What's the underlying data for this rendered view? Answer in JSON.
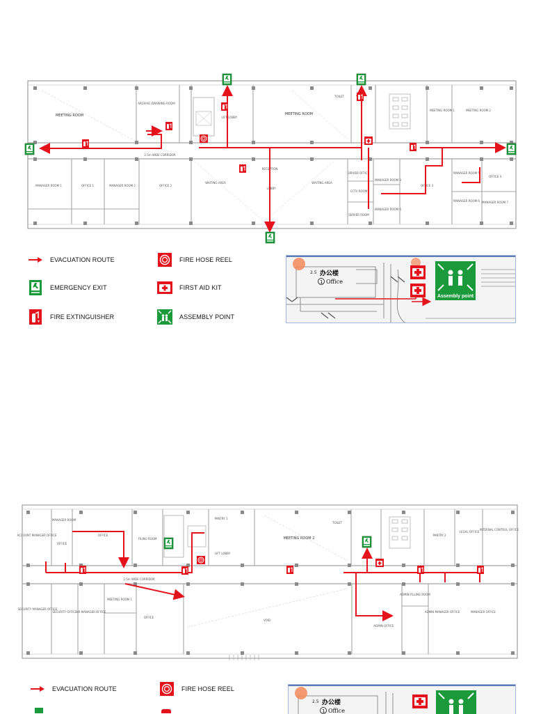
{
  "colors": {
    "route": "#e3121b",
    "exit": "#1a9a3a",
    "fire": "#e3121b",
    "wall": "#9a9a9a"
  },
  "legend": {
    "items": [
      {
        "label": "EVACUATION ROUTE",
        "icon": "arrow-icon"
      },
      {
        "label": "FIRE HOSE REEL",
        "icon": "hose-reel-icon"
      },
      {
        "label": "EMERGENCY EXIT",
        "icon": "exit-icon"
      },
      {
        "label": "FIRST AID KIT",
        "icon": "first-aid-icon"
      },
      {
        "label": "FIRE EXTINGUISHER",
        "icon": "extinguisher-icon"
      },
      {
        "label": "ASSEMBLY POINT",
        "icon": "assembly-icon"
      }
    ]
  },
  "inset": {
    "building_label": "办公楼",
    "office_label": "Office",
    "office_num": "1",
    "scale": "2.5",
    "assembly_label": "Assembly point"
  },
  "plan1": {
    "rooms": [
      "MEETING ROOM",
      "ARCHIVE /DRAWING ROOM",
      "LIFT LOBBY",
      "MEETING ROOM",
      "TOILET",
      "MEETING ROOM 1",
      "MEETING ROOM 2",
      "2.5m WIDE CORRIDOR",
      "MANAGER ROOM 1",
      "OFFICE 1",
      "MANAGER ROOM 2",
      "OFFICE 2",
      "WAITING AREA",
      "RECEPTION",
      "LOBBY",
      "WAITING AREA",
      "DRIVER OFFICE",
      "CCTV ROOM",
      "SERVER ROOM",
      "MANAGER ROOM 3",
      "OFFICE 3",
      "MANAGER ROOM 4",
      "MANAGER ROOM 5",
      "MANAGER ROOM 6",
      "OFFICE 4",
      "MANAGER ROOM 7"
    ]
  },
  "plan2": {
    "rooms": [
      "MANAGER ROOM",
      "ACCOUNT MANAGER OFFICE",
      "OFFICE",
      "OFFICE",
      "FILING ROOM",
      "PANTRY 1",
      "LIFT LOBBY",
      "MEETING ROOM 2",
      "TOILET",
      "PANTRY 2",
      "LEGAL OFFICE",
      "INTERNAL CONTROL OFFICE",
      "2.5m WIDE CORRIDOR",
      "SECURITY MANAGER OFFICE",
      "SECURITY OFFICE",
      "HR MANAGER OFFICE",
      "MEETING ROOM 1",
      "OFFICE",
      "VOID",
      "ADMIN FILLING ROOM",
      "ADMIN MANAGER OFFICE",
      "ADMIN OFFICE",
      "MANAGER OFFICE"
    ]
  }
}
